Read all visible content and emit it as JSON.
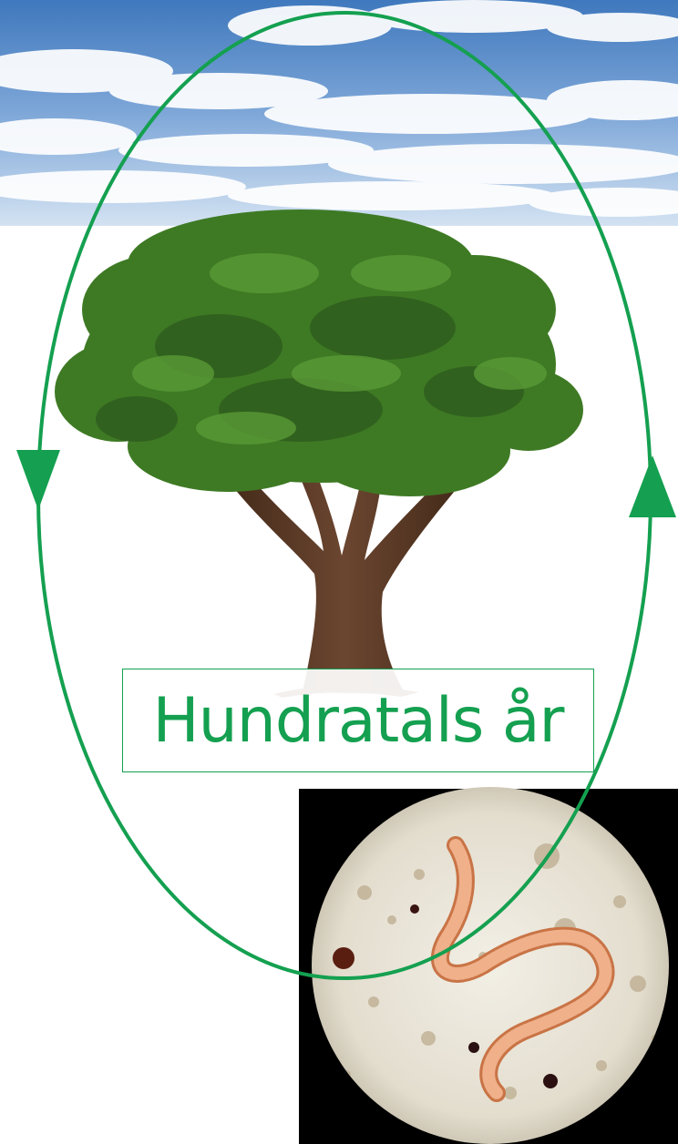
{
  "label": "Hundratals år",
  "icons": {
    "sky": "sky-with-clouds",
    "tree": "tree",
    "micro": "microscope-view-nematode"
  },
  "colors": {
    "cycle": "#14a050",
    "sky_top": "#4f86c6",
    "sky_bottom": "#c9dbef",
    "foliage_dark": "#2f5d1e",
    "foliage": "#3e7a24",
    "foliage_light": "#5a9a36",
    "trunk": "#5b3a24",
    "worm": "#d88a5e",
    "micro_bg": "#000000",
    "micro_field": "#e9e4d8"
  }
}
